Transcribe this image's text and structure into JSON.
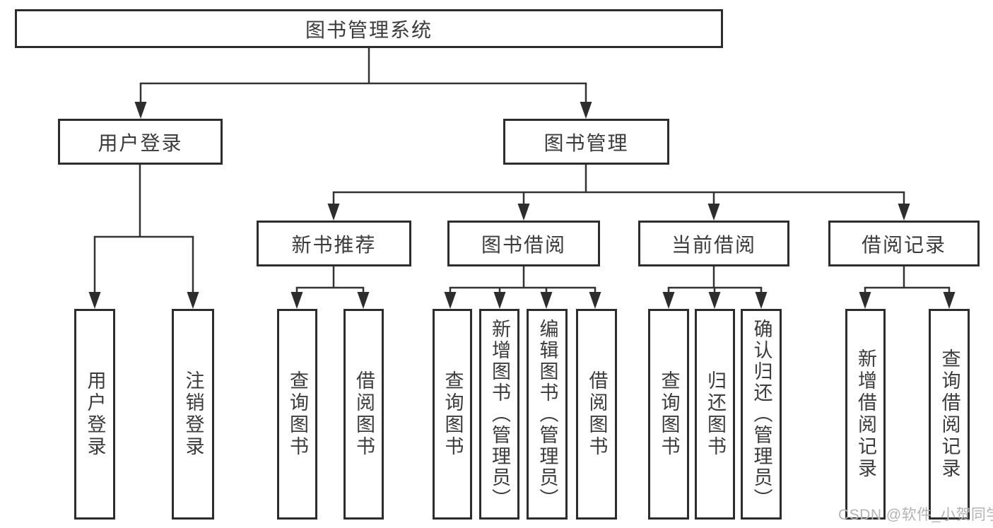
{
  "tree": {
    "label": "图书管理系统",
    "children": [
      {
        "label": "用户登录",
        "children": [
          {
            "label": "用户登录"
          },
          {
            "label": "注销登录"
          }
        ]
      },
      {
        "label": "图书管理",
        "children": [
          {
            "label": "新书推荐",
            "children": [
              {
                "label": "查询图书"
              },
              {
                "label": "借阅图书"
              }
            ]
          },
          {
            "label": "图书借阅",
            "children": [
              {
                "label": "查询图书"
              },
              {
                "label": "新增图书（管理员）"
              },
              {
                "label": "编辑图书（管理员）"
              },
              {
                "label": "借阅图书"
              }
            ]
          },
          {
            "label": "当前借阅",
            "children": [
              {
                "label": "查询图书"
              },
              {
                "label": "归还图书"
              },
              {
                "label": "确认归还（管理员）"
              }
            ]
          },
          {
            "label": "借阅记录",
            "children": [
              {
                "label": "新增借阅记录"
              },
              {
                "label": "查询借阅记录"
              }
            ]
          }
        ]
      }
    ]
  },
  "watermark": {
    "text": "CSDN @软件_小贺同学"
  },
  "colors": {
    "line": "#333333",
    "box_border": "#2d2d2d",
    "text": "#3b3b3b",
    "watermark": "#b3b3b3",
    "background": "#ffffff"
  }
}
